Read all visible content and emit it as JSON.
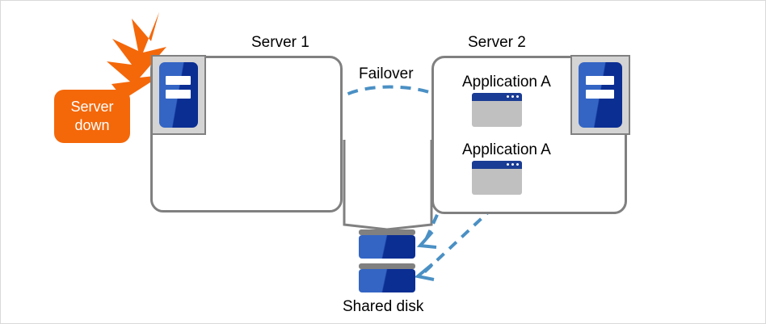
{
  "diagram": {
    "title_hidden": "",
    "servers": [
      {
        "id": "server1",
        "label": "Server 1",
        "icon_name": "server-icon",
        "applications": []
      },
      {
        "id": "server2",
        "label": "Server 2",
        "icon_name": "server-icon",
        "applications": [
          {
            "label": "Application A",
            "icon_name": "application-window-icon"
          },
          {
            "label": "Application A",
            "icon_name": "application-window-icon"
          }
        ]
      }
    ],
    "failover": {
      "label": "Failover",
      "arrow_name": "failover-arrow",
      "arrow_color": "#4a90c4",
      "direction": "server1-to-server2"
    },
    "alert": {
      "line1": "Server",
      "line2": "down",
      "color": "#f4680a",
      "icon_name": "lightning-burst-icon"
    },
    "storage": {
      "label": "Shared disk",
      "icon_name": "shared-disk-icon",
      "units": 2
    },
    "connections": {
      "link_color": "#808080",
      "access_arrow_color": "#4a90c4",
      "access_arrow_count": 2
    },
    "colors": {
      "server_blue_light": "#3465c4",
      "server_blue_dark": "#0b2e93",
      "frame_gray": "#808080",
      "icon_frame_gray": "#d4d4d4",
      "window_gray": "#c0c0c0",
      "titlebar_navy": "#1b3c94",
      "alert_orange": "#f4680a",
      "arrow_blue": "#4a90c4",
      "canvas_bg": "#ffffff"
    }
  }
}
